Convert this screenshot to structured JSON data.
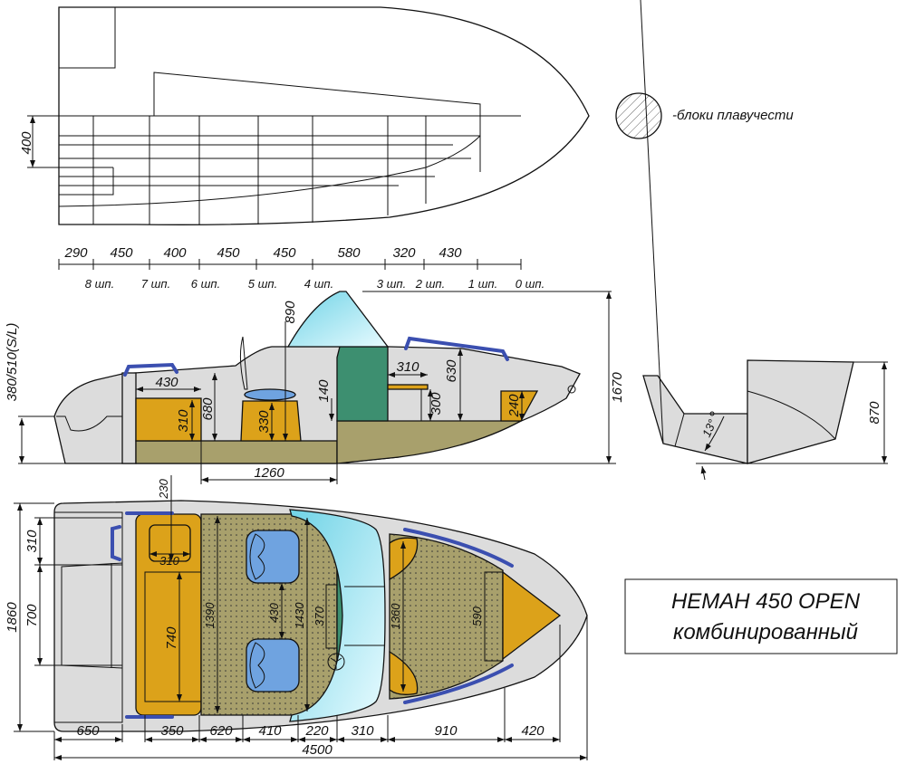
{
  "title": {
    "line1": "НЕМАН 450 OPEN",
    "line2": "комбинированный"
  },
  "legend": {
    "label": "-блоки плавучести",
    "icon": "hatched-circle"
  },
  "profile_view": {
    "height_dim": "400"
  },
  "frame_spacing": {
    "values": [
      "290",
      "450",
      "400",
      "450",
      "450",
      "580",
      "320",
      "430"
    ],
    "frames": [
      "8 шп.",
      "7 шп.",
      "6 шп.",
      "5 шп.",
      "4 шп.",
      "3 шп.",
      "2 шп.",
      "1 шп.",
      "0 шп."
    ]
  },
  "side_view": {
    "windshield_height": "890",
    "transom_height": "380/510(S/L)",
    "stern_bench_length": "430",
    "stern_bench_height": "310",
    "stern_seat_height": "680",
    "seat_base_height": "330",
    "floor_step": "140",
    "table_width": "310",
    "table_height": "300",
    "bow_seat_height": "630",
    "bow_box_height": "240",
    "total_height": "1670",
    "cockpit_length": "1260"
  },
  "section_view": {
    "deadrise": "13°",
    "height": "870"
  },
  "plan_view": {
    "box_offset": "230",
    "box_width": "310",
    "bench_length": "740",
    "cockpit_width": "1390",
    "seat_spacing": "430",
    "deck_width": "1430",
    "console_width": "370",
    "bow_deck_width": "1360",
    "bow_hatch": "590",
    "stern_dim_upper": "310",
    "stern_dim_middle": "700",
    "beam": "1860",
    "lengths": [
      "650",
      "350",
      "620",
      "410",
      "220",
      "310",
      "910",
      "420"
    ],
    "total_length": "4500"
  },
  "colors": {
    "hull": "#dcdcdc",
    "deck": "#a8a06c",
    "seat_box": "#dca21a",
    "console": "#3d8f70",
    "seat": "#6fa3e0",
    "rail": "#3b4fb0",
    "glass": "#aee8f2"
  }
}
